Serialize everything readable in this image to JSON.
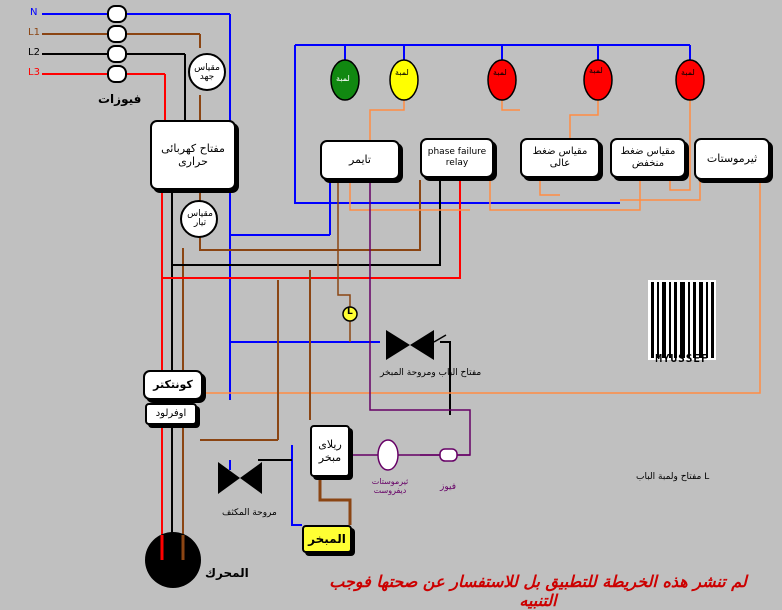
{
  "lines": {
    "n": "N",
    "l1": "L1",
    "l2": "L2",
    "l3": "L3"
  },
  "fuses_label": "فيوزات",
  "voltmeter_label": "مقياس جهد",
  "thermal_switch_label": "مفتاح كهربائى حرارى",
  "ammeter_label": "مقياس تيار",
  "lamps": [
    {
      "label": "لمبة",
      "color": "#118811"
    },
    {
      "label": "لمبة",
      "color": "#ffff00"
    },
    {
      "label": "لمبة",
      "color": "#ff0000"
    },
    {
      "label": "لمبة",
      "color": "#ff0000"
    },
    {
      "label": "لمبة",
      "color": "#ff0000"
    }
  ],
  "timer_label": "تايمر",
  "phase_relay_label": "phase failure relay",
  "high_pressure_label": "مقياس ضغط عالى",
  "low_pressure_label": "مقياس ضغط منخفض",
  "thermostat_label": "ثيرموستات",
  "lamp_l_label": "L",
  "door_switch_label": "مفتاح الباب ومروحة المبخر",
  "contactor_label": "كونتكتر",
  "overload_label": "اوفرلود",
  "evap_relay_label": "ريلاى مبخر",
  "condenser_fan_label": "مروحة المكثف",
  "defrost_thermostat_label": "ثيرموستات ديفروست",
  "fuse_small_label": "فيوز",
  "door_lamp_switch_label": "مفتاح ولمبة الباب L",
  "evaporator_label": "المبخر",
  "motor_label": "المحرك",
  "logo_text": "MYUSSEF",
  "warning_text": "لم تنشر هذه الخريطة للتطبيق بل للاستفسار عن صحتها فوجب التنبيه",
  "wire_colors": {
    "neutral": "#0000ff",
    "l1": "#8b4513",
    "l2": "#000000",
    "l3": "#ff0000",
    "signal": "#ff8c42",
    "purple": "#660066"
  }
}
